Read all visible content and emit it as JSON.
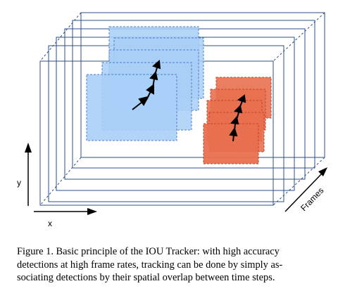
{
  "figure": {
    "axis_x_label": "x",
    "axis_y_label": "y",
    "axis_frames_label": "Frames"
  },
  "colors": {
    "frame_line": "#2b4f86",
    "blue_fill": "#a9cff7",
    "blue_edge": "#4f7fd0",
    "red_fill": "#e8704f",
    "red_edge": "#c9442a",
    "arrow": "#000000"
  },
  "caption": {
    "lines": [
      "Figure 1. Basic principle of the IOU Tracker: with high accuracy",
      "detections at high frame rates, tracking can be done by simply as-",
      "sociating detections by their spatial overlap between time steps."
    ]
  }
}
